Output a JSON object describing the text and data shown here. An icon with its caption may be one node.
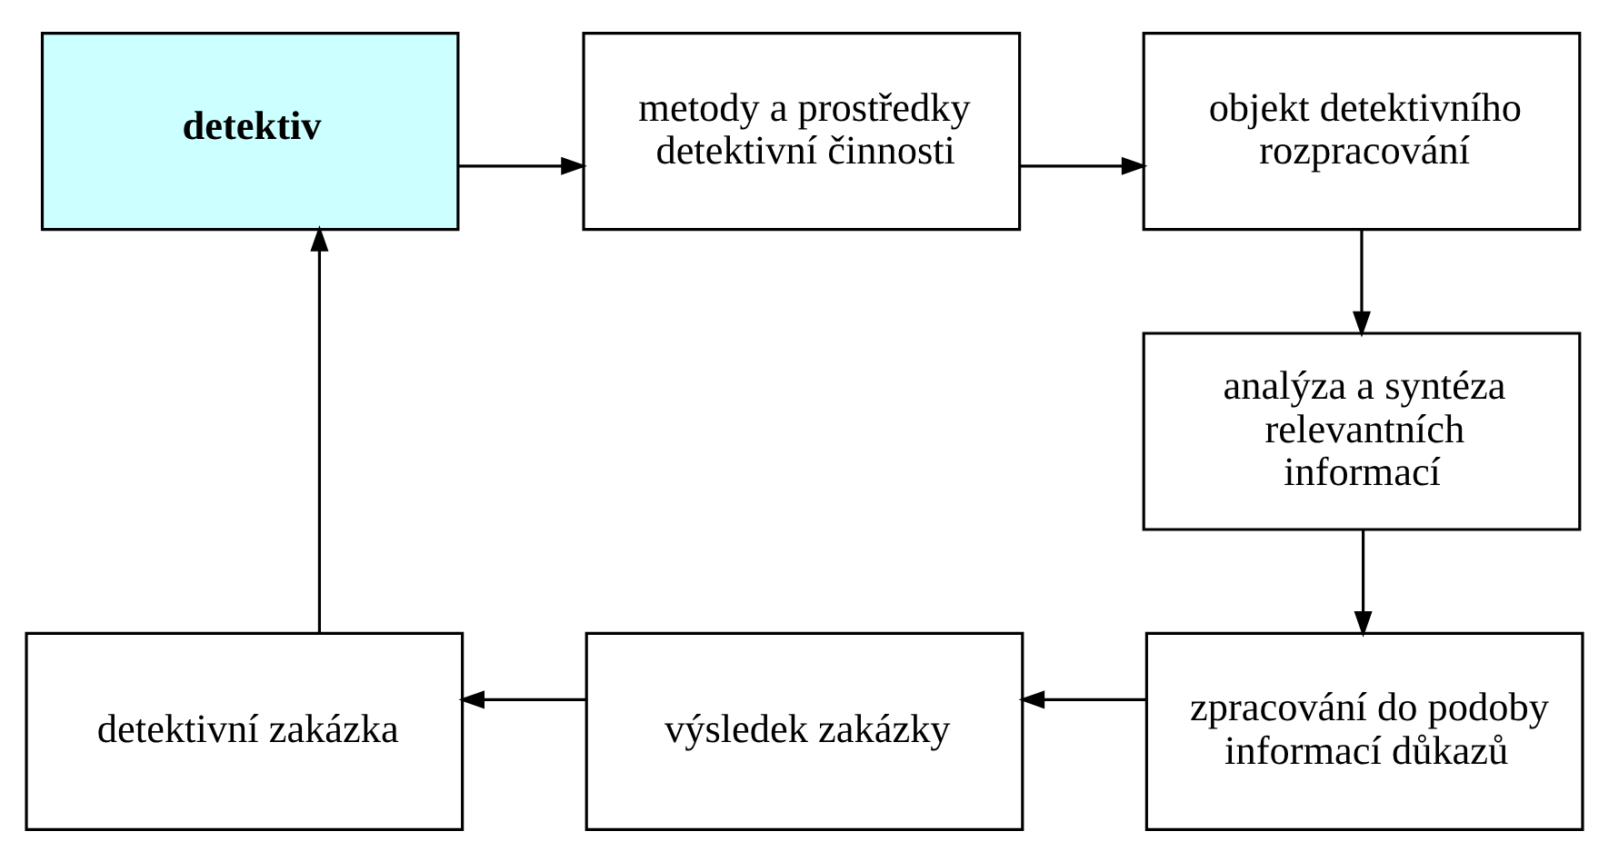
{
  "diagram": {
    "nodes": [
      {
        "text": [
          "detektiv"
        ]
      },
      {
        "text": [
          "metody a prostředky detektivní činnosti"
        ]
      },
      {
        "text": [
          "objekt detektivního rozpracování"
        ]
      },
      {
        "text": [
          "analýza a syntéza relevantních informací"
        ]
      },
      {
        "text": [
          "zpracování do podoby informací důkazů"
        ]
      },
      {
        "text": [
          "výsledek zakázky"
        ]
      },
      {
        "text": [
          "detektivní zakázka"
        ]
      }
    ],
    "edges": [
      {
        "from": 0,
        "to": 1,
        "arrow": "to"
      },
      {
        "from": 1,
        "to": 2,
        "arrow": "to"
      },
      {
        "from": 2,
        "to": 3,
        "arrow": "to"
      },
      {
        "from": 3,
        "to": 4,
        "arrow": "to"
      },
      {
        "from": 4,
        "to": 5,
        "arrow": "to"
      },
      {
        "from": 5,
        "to": 6,
        "arrow": "to"
      },
      {
        "from": 6,
        "to": 0,
        "arrow": "to"
      }
    ]
  }
}
